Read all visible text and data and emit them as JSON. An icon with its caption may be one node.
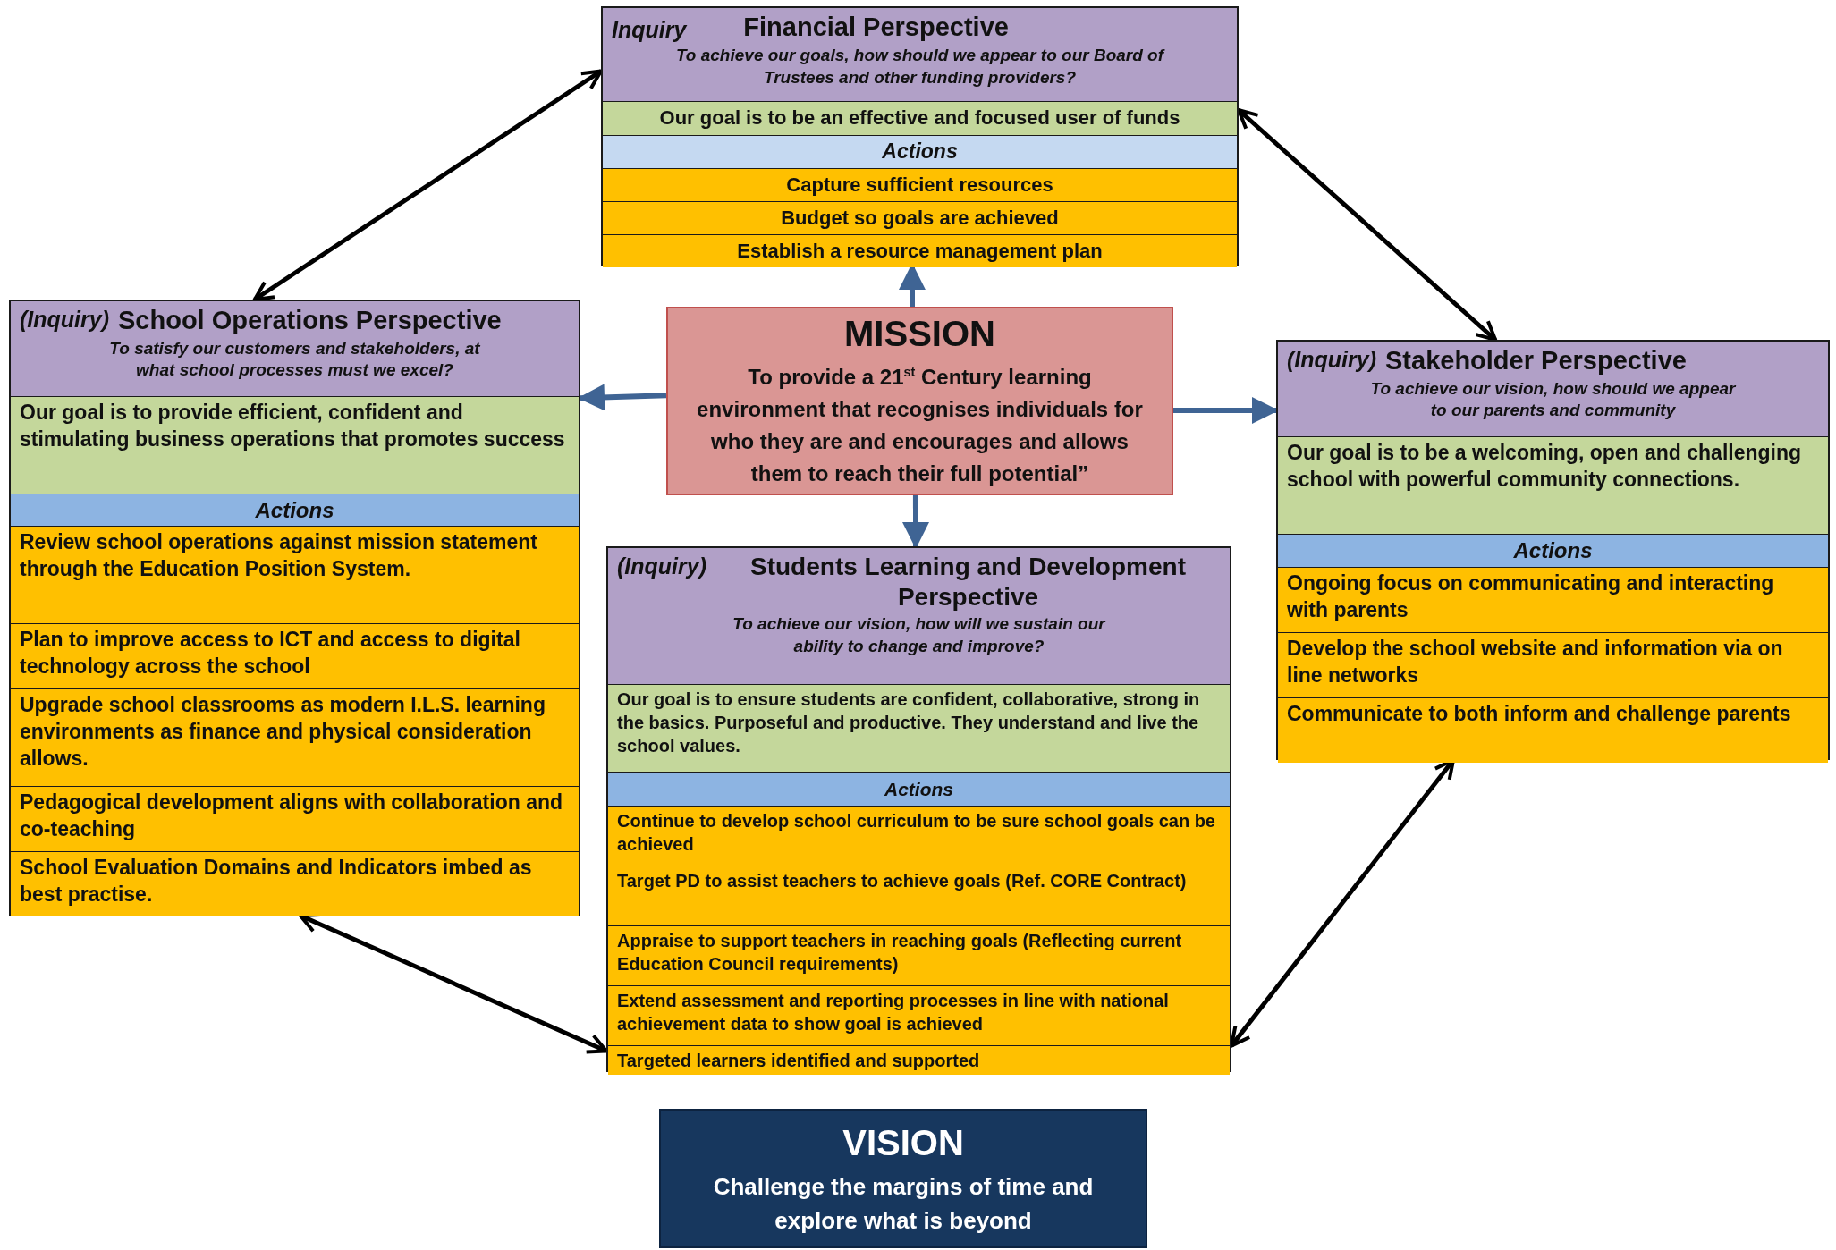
{
  "diagram": {
    "nodes": [
      {
        "text": [
          "Inquiry",
          "Financial Perspective",
          "To achieve our goals, how should we appear to our Board of Trustees and other funding providers?"
        ]
      },
      {
        "text": [
          "Our goal is to be an effective and focused user of funds"
        ],
        "in": 0
      },
      {
        "text": [
          "Actions"
        ],
        "in": 0
      },
      {
        "text": [
          "Capture sufficient resources"
        ],
        "in": 0
      },
      {
        "text": [
          "Budget so goals are achieved"
        ],
        "in": 0
      },
      {
        "text": [
          "Establish a resource management plan"
        ],
        "in": 0
      },
      {
        "text": [
          "(Inquiry)",
          "School Operations Perspective",
          "To satisfy our customers and stakeholders, at what school processes must we excel?"
        ]
      },
      {
        "text": [
          "Our goal is to provide efficient, confident and stimulating business operations that promotes success"
        ],
        "in": 6
      },
      {
        "text": [
          "Actions"
        ],
        "in": 6
      },
      {
        "text": [
          "Review school operations against mission statement through the Education Position System."
        ],
        "in": 6
      },
      {
        "text": [
          "Plan to improve access to ICT and access to digital technology across the school"
        ],
        "in": 6
      },
      {
        "text": [
          "Upgrade school classrooms as modern I.L.S. learning environments as finance and physical consideration allows."
        ],
        "in": 6
      },
      {
        "text": [
          "Pedagogical development aligns with collaboration and co-teaching"
        ],
        "in": 6
      },
      {
        "text": [
          "School Evaluation Domains and Indicators imbed as best practise."
        ],
        "in": 6
      },
      {
        "text": [
          "MISSION",
          "To provide a 21$^{st}$ Century learning environment that recognises individuals for who they are and encourages and allows them to reach their full potential”"
        ]
      },
      {
        "text": [
          "(Inquiry)",
          "Stakeholder Perspective",
          "To achieve our vision, how should we appear to our parents and community"
        ]
      },
      {
        "text": [
          "Our goal is to be a welcoming, open and challenging school with powerful community connections."
        ],
        "in": 15
      },
      {
        "text": [
          "Actions"
        ],
        "in": 15
      },
      {
        "text": [
          "Ongoing focus on communicating and interacting with parents"
        ],
        "in": 15
      },
      {
        "text": [
          "Develop the school website and information via on line networks"
        ],
        "in": 15
      },
      {
        "text": [
          "Communicate to both inform and challenge parents"
        ],
        "in": 15
      },
      {
        "text": [
          "(Inquiry)",
          "Students Learning and Development Perspective",
          "To achieve our vision, how will we sustain our ability to change and improve?"
        ]
      },
      {
        "text": [
          "Our goal is to ensure students are confident, collaborative, strong in the basics. Purposeful and productive. They understand and live the school values."
        ],
        "in": 21
      },
      {
        "text": [
          "Actions"
        ],
        "in": 21
      },
      {
        "text": [
          "Continue to develop school curriculum to be sure school goals can be achieved"
        ],
        "in": 21
      },
      {
        "text": [
          "Target PD to assist teachers to achieve goals (Ref. CORE Contract)"
        ],
        "in": 21
      },
      {
        "text": [
          "Appraise to support teachers in reaching goals (Reflecting current Education Council requirements)"
        ],
        "in": 21
      },
      {
        "text": [
          "Extend assessment and reporting processes in line with national achievement data to show goal is achieved"
        ],
        "in": 21
      },
      {
        "text": [
          "Targeted learners identified and supported"
        ],
        "in": 21
      },
      {
        "text": [
          "VISION",
          "Challenge the margins of time and explore what is beyond"
        ]
      }
    ],
    "edges": [
      {
        "from": 14,
        "to": 0,
        "arrow": "to",
        "color": "#3f6494"
      },
      {
        "from": 14,
        "to": 6,
        "arrow": "to",
        "color": "#3f6494"
      },
      {
        "from": 14,
        "to": 15,
        "arrow": "to",
        "color": "#3f6494"
      },
      {
        "from": 14,
        "to": 21,
        "arrow": "to",
        "color": "#3f6494"
      },
      {
        "from": 0,
        "to": 6,
        "arrow": "both",
        "color": "#000000"
      },
      {
        "from": 0,
        "to": 15,
        "arrow": "both",
        "color": "#000000"
      },
      {
        "from": 6,
        "to": 21,
        "arrow": "both",
        "color": "#000000"
      },
      {
        "from": 21,
        "to": 15,
        "arrow": "both",
        "color": "#000000"
      }
    ]
  }
}
